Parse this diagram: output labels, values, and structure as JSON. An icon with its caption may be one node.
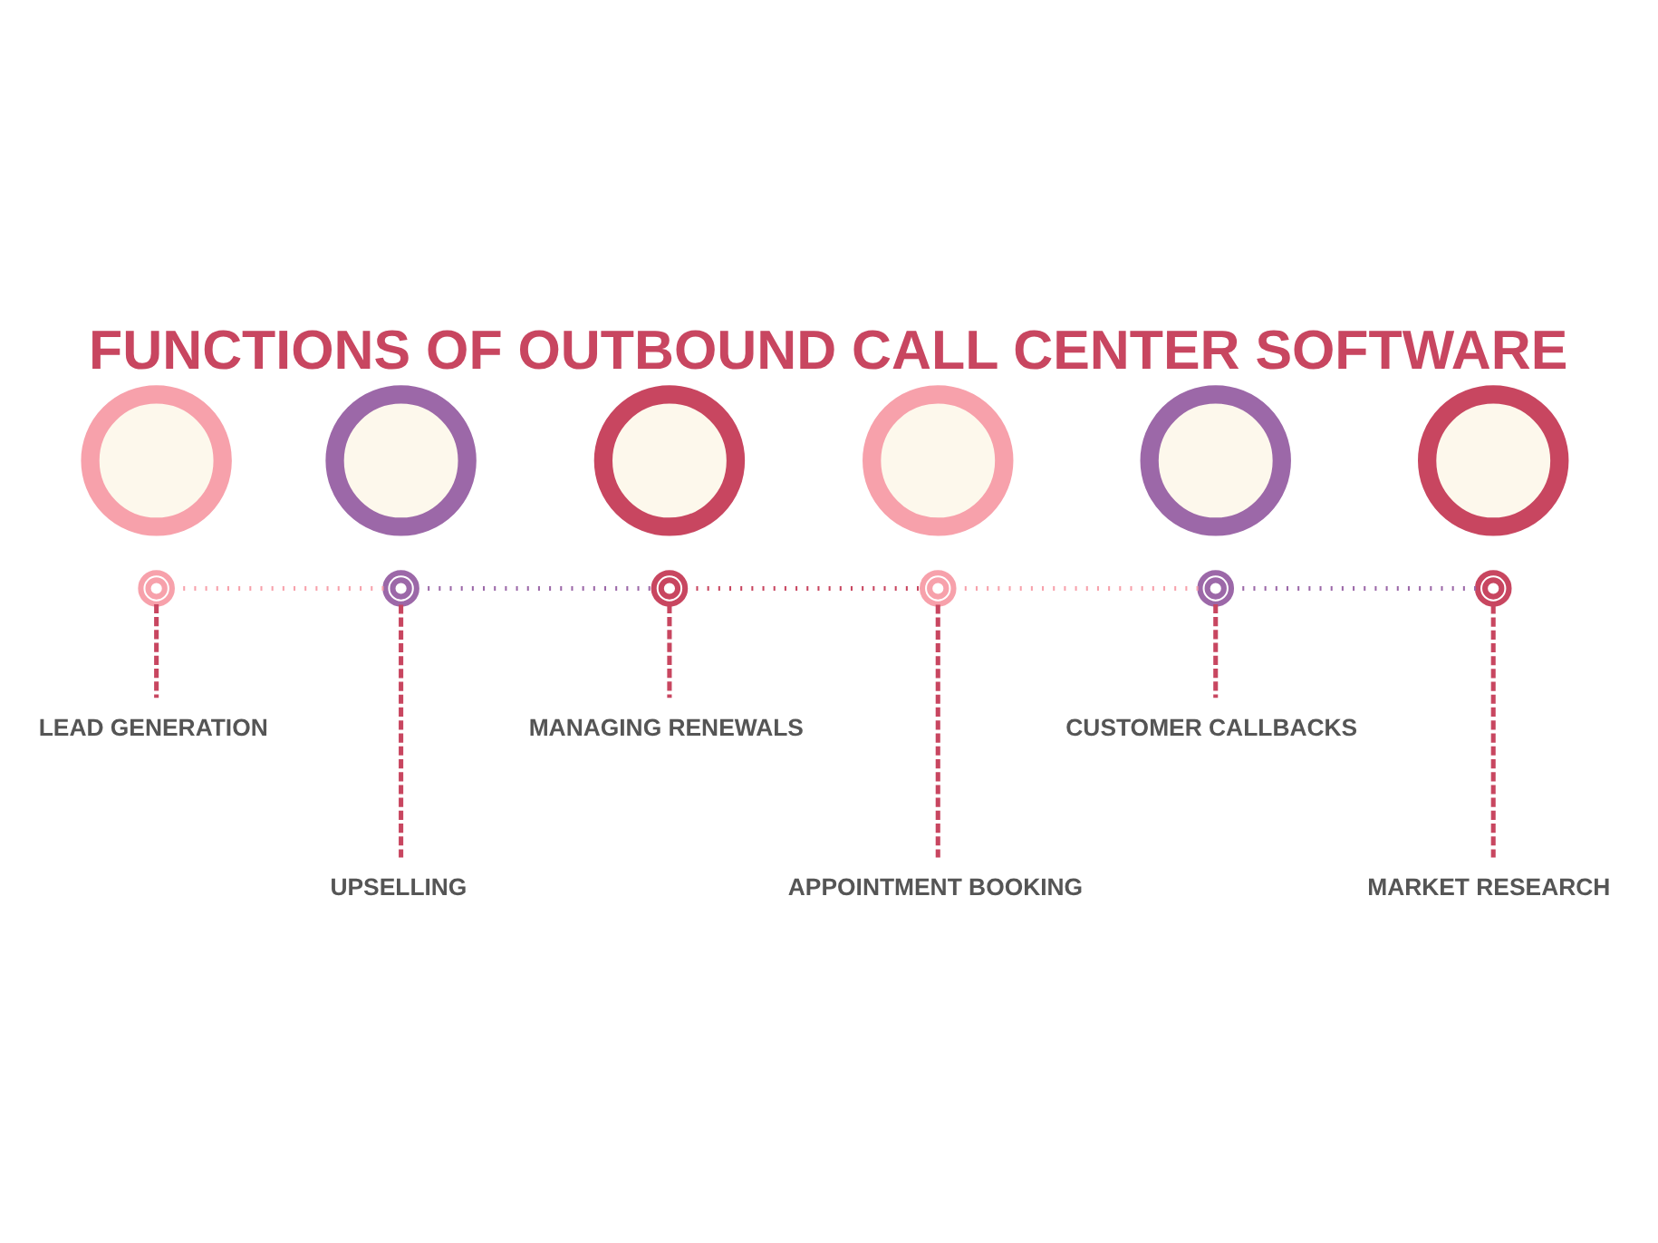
{
  "diagram": {
    "title": "FUNCTIONS OF OUTBOUND CALL CENTER SOFTWARE",
    "nodes": [
      {
        "text": [],
        "shape": "circle"
      },
      {
        "text": [],
        "shape": "circle"
      },
      {
        "text": [],
        "shape": "circle"
      },
      {
        "text": [],
        "shape": "circle"
      },
      {
        "text": [],
        "shape": "circle"
      },
      {
        "text": [],
        "shape": "circle"
      },
      {
        "text": [],
        "shape": "circle"
      },
      {
        "text": [],
        "shape": "circle"
      },
      {
        "text": [],
        "shape": "circle"
      },
      {
        "text": [],
        "shape": "circle"
      },
      {
        "text": [],
        "shape": "circle"
      },
      {
        "text": [],
        "shape": "circle"
      },
      {
        "text": [
          "LEAD GENERATION"
        ]
      },
      {
        "text": [
          "UPSELLING"
        ]
      },
      {
        "text": [
          "MANAGING RENEWALS"
        ]
      },
      {
        "text": [
          "APPOINTMENT BOOKING"
        ]
      },
      {
        "text": [
          "CUSTOMER CALLBACKS"
        ]
      },
      {
        "text": [
          "MARKET RESEARCH"
        ]
      }
    ],
    "edges": [
      {
        "from": 6,
        "to": 7,
        "arrow": "none",
        "style": "dashed",
        "color": "#f7a1ab"
      },
      {
        "from": 7,
        "to": 8,
        "arrow": "none",
        "style": "dashed",
        "color": "#9c68a8"
      },
      {
        "from": 8,
        "to": 9,
        "arrow": "none",
        "style": "dashed"
      },
      {
        "from": 9,
        "to": 10,
        "arrow": "none",
        "style": "dashed",
        "color": "#f7a1ab"
      },
      {
        "from": 10,
        "to": 11,
        "arrow": "none",
        "style": "dashed",
        "color": "#9c68a8"
      },
      {
        "from": 6,
        "to": 12,
        "arrow": "none",
        "style": "dashed"
      },
      {
        "from": 7,
        "to": 13,
        "arrow": "none",
        "style": "dashed"
      },
      {
        "from": 8,
        "to": 14,
        "arrow": "none",
        "style": "dashed"
      },
      {
        "from": 9,
        "to": 15,
        "arrow": "none",
        "style": "dashed"
      },
      {
        "from": 10,
        "to": 16,
        "arrow": "none",
        "style": "dashed"
      },
      {
        "from": 11,
        "to": 17,
        "arrow": "none",
        "style": "dashed"
      }
    ]
  }
}
